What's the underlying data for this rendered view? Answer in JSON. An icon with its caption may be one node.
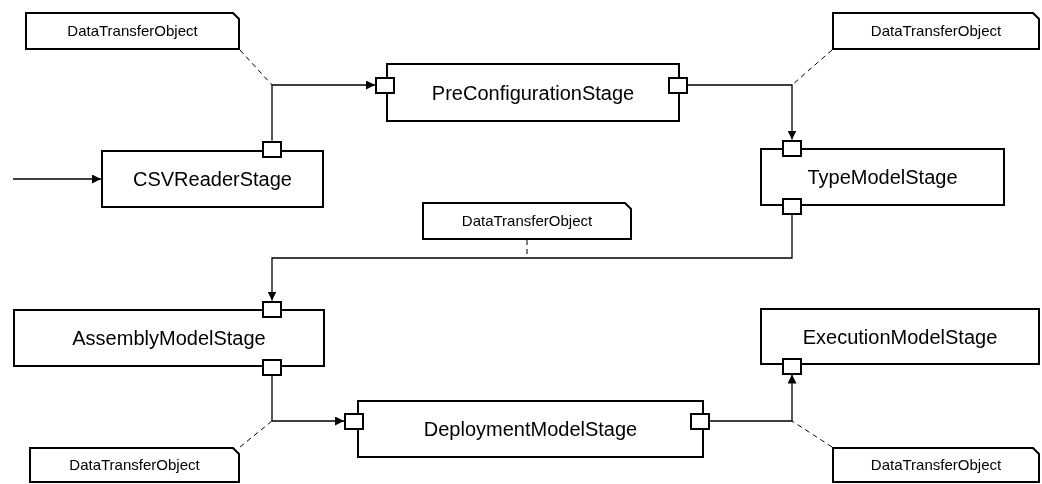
{
  "diagram": {
    "nodes": [
      {
        "text": [
          "DataTransferObject"
        ]
      },
      {
        "text": [
          "PreConfigurationStage"
        ]
      },
      {
        "text": [],
        "shape": "box"
      },
      {
        "text": [],
        "shape": "box"
      },
      {
        "text": [
          "CSVReaderStage"
        ]
      },
      {
        "text": [],
        "shape": "box"
      },
      {
        "text": [
          "DataTransferObject"
        ]
      },
      {
        "text": [
          "TypeModelStage"
        ]
      },
      {
        "text": [],
        "shape": "box"
      },
      {
        "text": [],
        "shape": "box"
      },
      {
        "text": [
          "DataTransferObject"
        ]
      },
      {
        "text": [
          "AssemblyModelStage"
        ]
      },
      {
        "text": [],
        "shape": "box"
      },
      {
        "text": [],
        "shape": "box"
      },
      {
        "text": [
          "ExecutionModelStage"
        ]
      },
      {
        "text": [],
        "shape": "box"
      },
      {
        "text": [
          "DeploymentModelStage"
        ]
      },
      {
        "text": [],
        "shape": "box"
      },
      {
        "text": [],
        "shape": "box"
      },
      {
        "text": [
          "DataTransferObject"
        ]
      },
      {
        "text": [
          "DataTransferObject"
        ]
      }
    ],
    "edges": [
      {
        "from": null,
        "to": 4,
        "arrow": "to"
      },
      {
        "from": 5,
        "to": 2,
        "arrow": "to"
      },
      {
        "from": 3,
        "to": 8,
        "arrow": "to"
      },
      {
        "from": 9,
        "to": 12,
        "arrow": "to"
      },
      {
        "from": 13,
        "to": 17,
        "arrow": "to"
      },
      {
        "from": 18,
        "to": 15,
        "arrow": "to"
      },
      {
        "from": 0,
        "to": null,
        "arrow": "none",
        "style": "dashed"
      },
      {
        "from": 6,
        "to": null,
        "arrow": "none",
        "style": "dashed"
      },
      {
        "from": 10,
        "to": null,
        "arrow": "none",
        "style": "dashed"
      },
      {
        "from": 19,
        "to": null,
        "arrow": "none",
        "style": "dashed"
      },
      {
        "from": 20,
        "to": null,
        "arrow": "none",
        "style": "dashed"
      }
    ]
  }
}
